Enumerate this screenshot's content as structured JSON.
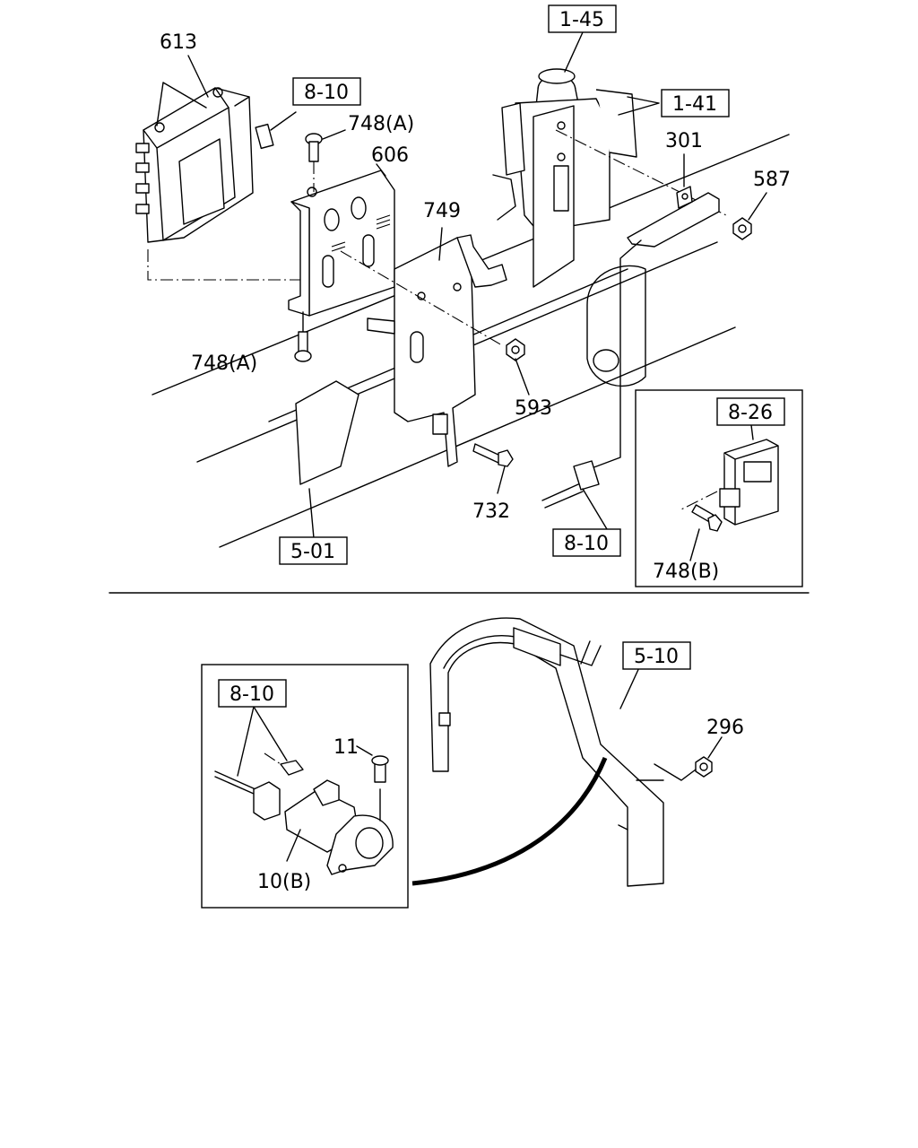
{
  "labels": {
    "ecu": "613",
    "bolt_748a_top": "748(A)",
    "bracket_606": "606",
    "bracket_749": "749",
    "bolt_748a_bottom": "748(A)",
    "nut_593": "593",
    "bolt_732": "732",
    "part_301": "301",
    "nut_587": "587",
    "bolt_748b": "748(B)",
    "bolt_11": "11",
    "sensor_10b": "10(B)",
    "nut_296": "296"
  },
  "refs": {
    "ref_8_10_top": "8-10",
    "ref_1_45": "1-45",
    "ref_1_41": "1-41",
    "ref_8_26": "8-26",
    "ref_5_01": "5-01",
    "ref_8_10_mid": "8-10",
    "ref_5_10": "5-10",
    "ref_8_10_inset": "8-10"
  }
}
